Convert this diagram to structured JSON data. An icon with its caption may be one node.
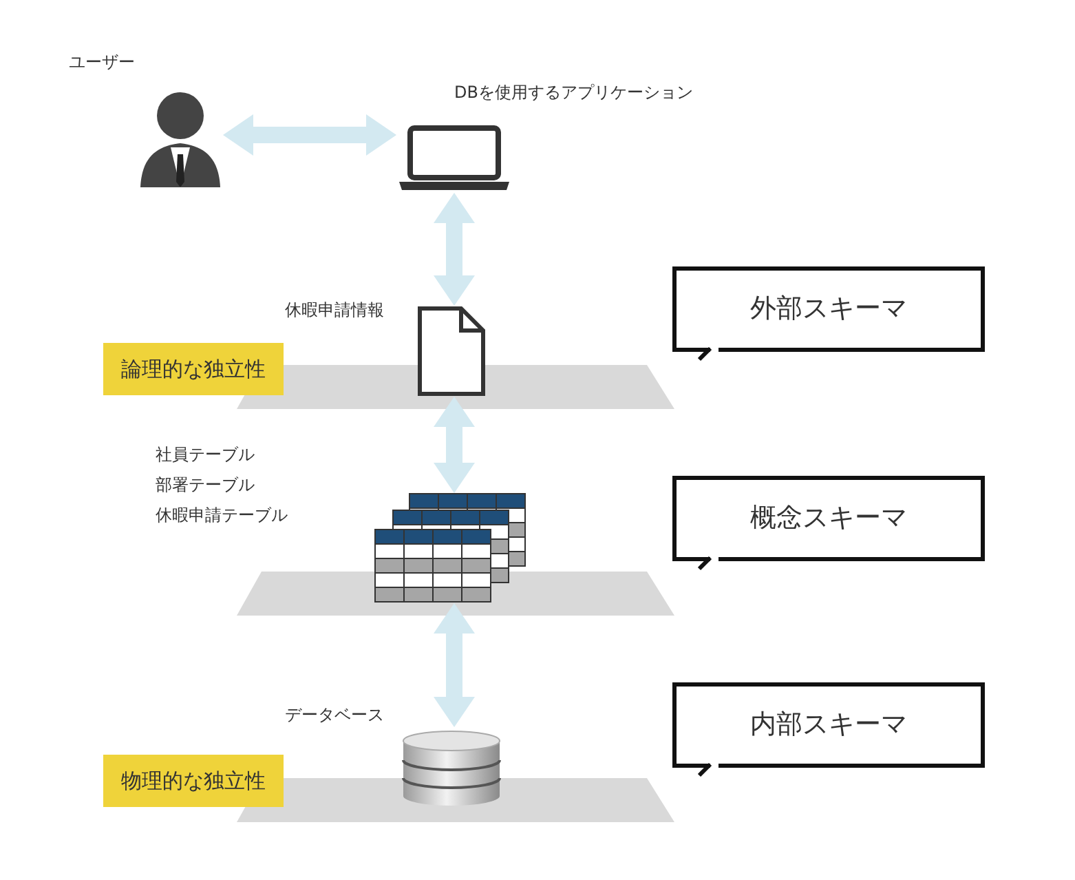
{
  "diagram": {
    "nodes": [
      {
        "text": [],
        "shape": "person",
        "beside": [
          "ユーザー"
        ]
      },
      {
        "text": [],
        "shape": "laptop",
        "beside": [
          "DBを使用するアプリケーション"
        ]
      },
      {
        "text": [
          "外部スキーマ"
        ]
      },
      {
        "text": [
          "論理的な独立性"
        ]
      },
      {
        "text": [],
        "shape": "document",
        "beside": [
          "休暇申請情報"
        ]
      },
      {
        "text": [
          "概念スキーマ"
        ]
      },
      {
        "text": [],
        "shape": "table",
        "beside": [
          "社員テーブル",
          "部署テーブル",
          "休暇申請テーブル"
        ]
      },
      {
        "text": [
          "内部スキーマ"
        ]
      },
      {
        "text": [
          "物理的な独立性"
        ]
      },
      {
        "text": [],
        "shape": "cylinder",
        "beside": [
          "データベース"
        ]
      }
    ],
    "edges": [
      {
        "from": 0,
        "to": 1,
        "arrow": "both"
      },
      {
        "from": 1,
        "to": 4,
        "arrow": "both"
      },
      {
        "from": 4,
        "to": 6,
        "arrow": "both"
      },
      {
        "from": 6,
        "to": 9,
        "arrow": "both"
      }
    ]
  }
}
